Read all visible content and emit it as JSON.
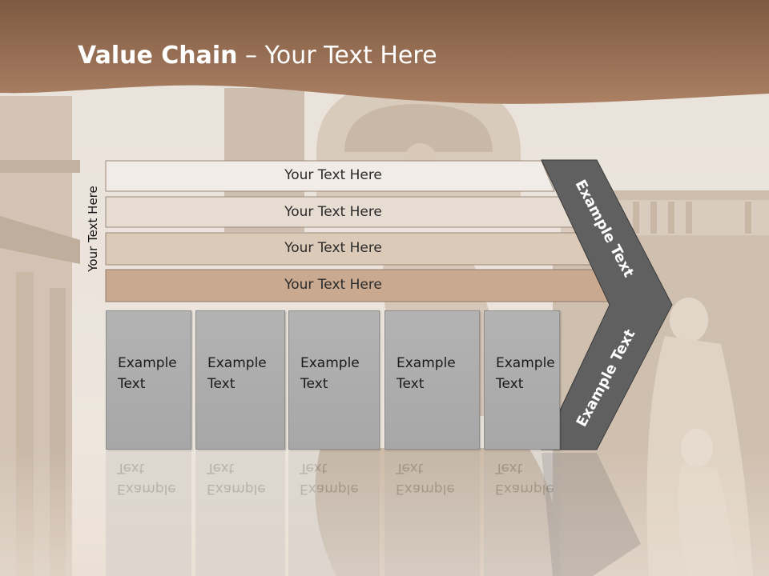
{
  "slide": {
    "title_bold": "Value Chain",
    "title_rest": " – Your Text Here",
    "vertical_label": "Your Text Here",
    "bars": [
      {
        "label": "Your Text Here"
      },
      {
        "label": "Your Text Here"
      },
      {
        "label": "Your Text Here"
      },
      {
        "label": "Your Text Here"
      }
    ],
    "boxes": [
      {
        "text": "Example\nText"
      },
      {
        "text": "Example\nText"
      },
      {
        "text": "Example\nText"
      },
      {
        "text": "Example\nText"
      },
      {
        "text": "Example\nText"
      }
    ],
    "chevron_upper": "Example Text",
    "chevron_lower": "Example Text"
  },
  "colors": {
    "header_band": "#a3785a",
    "bar_1": "#f1ece7",
    "bar_2": "#e7dcd2",
    "bar_3": "#dccab9",
    "bar_4": "#c9a98f",
    "chevron": "#606060",
    "box": "#adadad"
  }
}
